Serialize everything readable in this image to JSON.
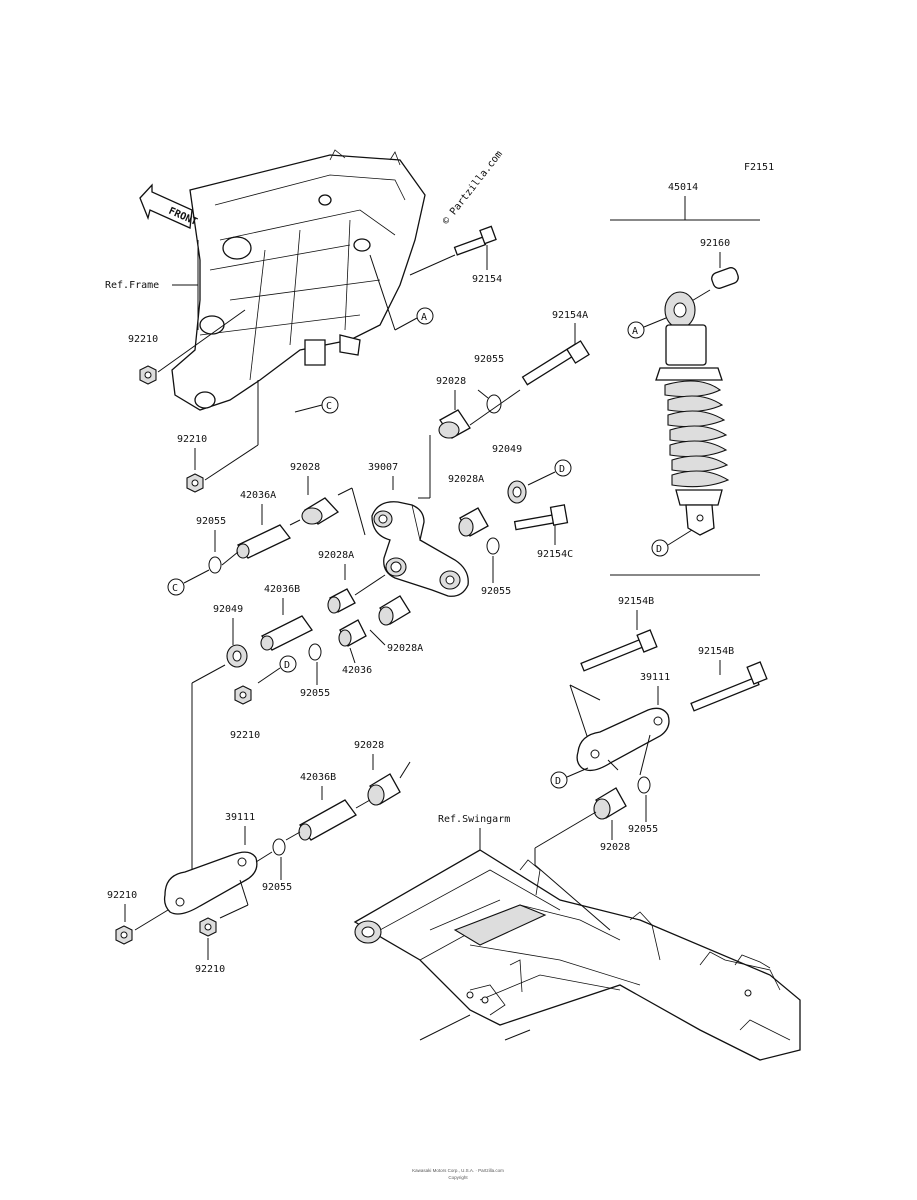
{
  "diagram_code": "F2151",
  "watermark": "© Partzilla.com",
  "front_tag": "FRONT",
  "refs": {
    "frame": "Ref.Frame",
    "swingarm": "Ref.Swingarm"
  },
  "callouts": {
    "a": "A",
    "c": "C",
    "d": "D"
  },
  "parts": {
    "p45014": "45014",
    "p92160": "92160",
    "p92154": "92154",
    "p92154a": "92154A",
    "p92055_top": "92055",
    "p92028_top": "92028",
    "p92049_top": "92049",
    "p92028a_1": "92028A",
    "p92154c": "92154C",
    "p92055_right": "92055",
    "p39007": "39007",
    "p92028_mid": "92028",
    "p42036a": "42036A",
    "p92055_left": "92055",
    "p92028a_2": "92028A",
    "p42036b_1": "42036B",
    "p92049_left": "92049",
    "p92028a_3": "92028A",
    "p42036": "42036",
    "p92055_mid": "92055",
    "p92210_frame": "92210",
    "p92210_top": "92210",
    "p92210_mid": "92210",
    "p92154b_1": "92154B",
    "p92154b_2": "92154B",
    "p39111_right": "39111",
    "p92055_rlow": "92055",
    "p92028_rlow": "92028",
    "p92028_low": "92028",
    "p42036b_2": "42036B",
    "p39111_left": "39111",
    "p92055_low": "92055",
    "p92210_lowleft": "92210",
    "p92210_lowmid": "92210"
  },
  "footer": {
    "line1": "Kawasaki Motors Corp., U.S.A. · Partzilla.com",
    "line2": "Copyright"
  }
}
